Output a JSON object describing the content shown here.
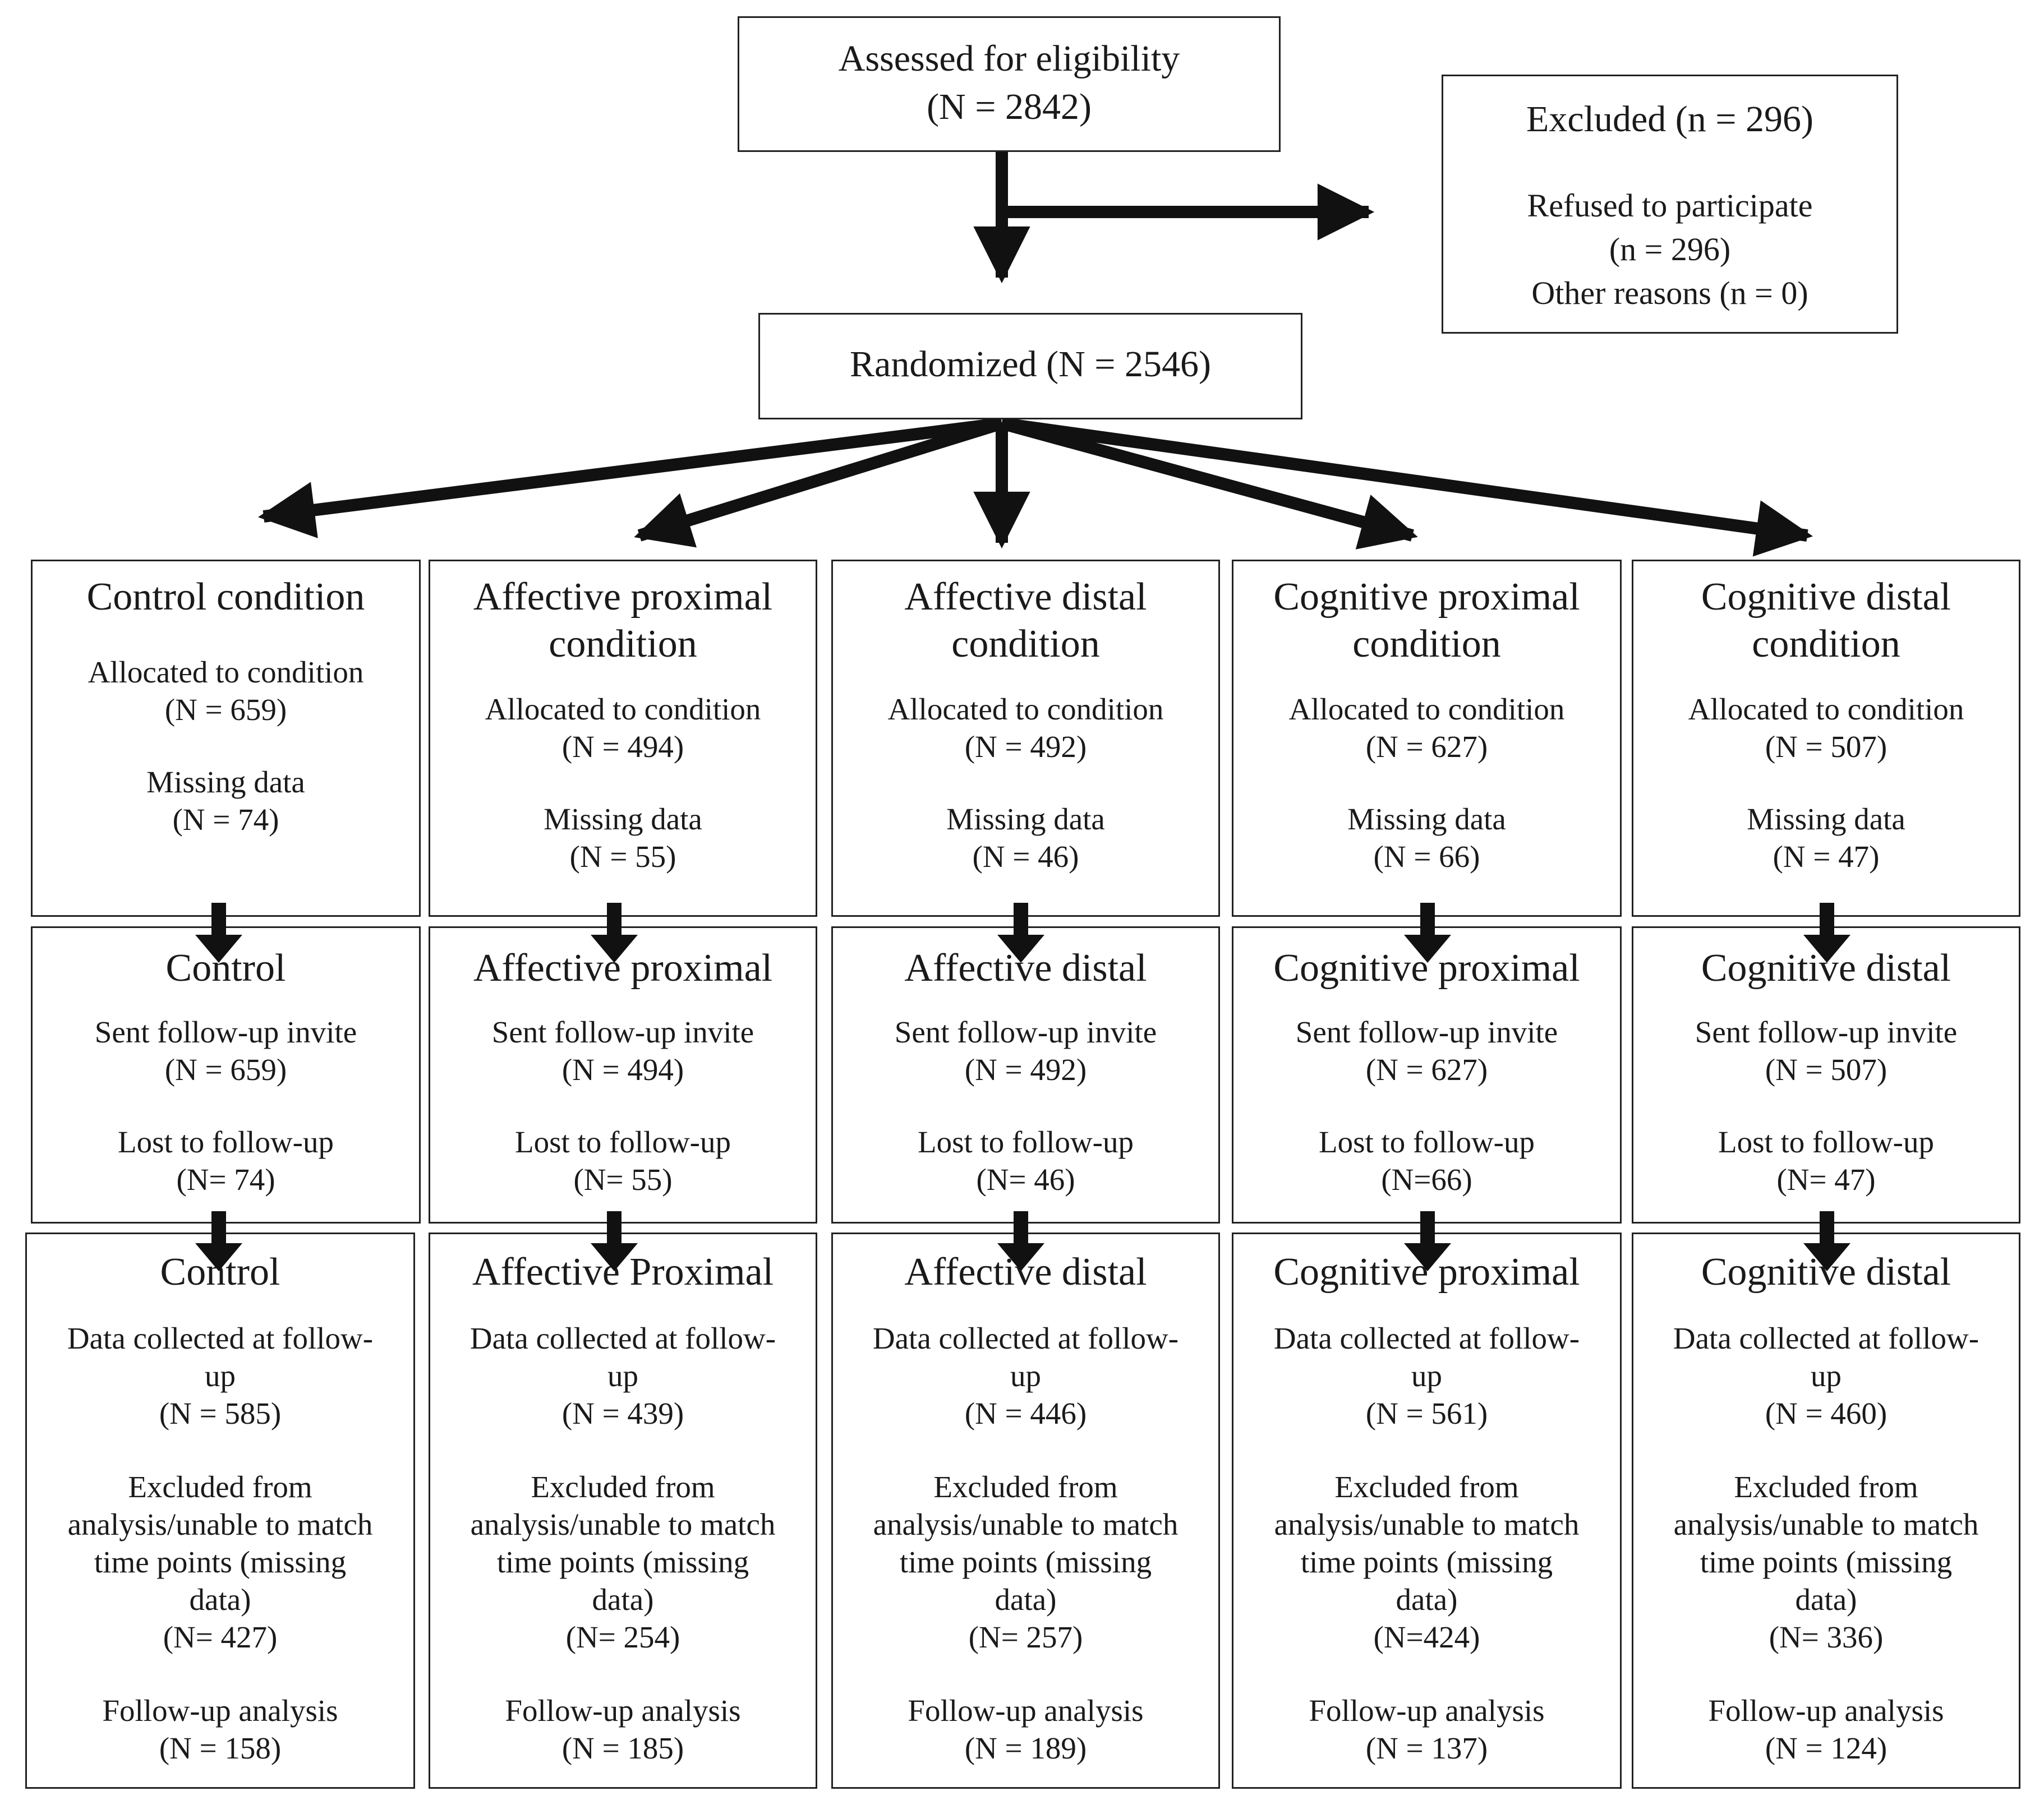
{
  "assessed": {
    "line1": "Assessed for eligibility",
    "line2": "(N = 2842)"
  },
  "excluded": {
    "title": "Excluded (n = 296)",
    "refused_line1": "Refused to participate",
    "refused_line2": "(n = 296)",
    "other": "Other reasons (n = 0)"
  },
  "randomized": {
    "label": "Randomized (N = 2546)"
  },
  "conditions": [
    {
      "alloc": {
        "title_l1": "Control condition",
        "title_l2": "",
        "allocated": "Allocated to condition",
        "allocated_n": "(N = 659)",
        "missing": "Missing data",
        "missing_n": "(N = 74)"
      },
      "followup": {
        "title": "Control",
        "sent": "Sent follow-up invite",
        "sent_n": "(N = 659)",
        "lost": "Lost to follow-up",
        "lost_n": "(N= 74)"
      },
      "analysis": {
        "title": "Control",
        "collected_l1": "Data collected at follow-",
        "collected_l2": "up",
        "collected_n": "(N = 585)",
        "excl_l1": "Excluded from",
        "excl_l2": "analysis/unable to match",
        "excl_l3": "time points (missing",
        "excl_l4": "data)",
        "excl_n": "(N= 427)",
        "fa": "Follow-up analysis",
        "fa_n": "(N = 158)"
      }
    },
    {
      "alloc": {
        "title_l1": "Affective proximal",
        "title_l2": "condition",
        "allocated": "Allocated to condition",
        "allocated_n": "(N = 494)",
        "missing": "Missing data",
        "missing_n": "(N = 55)"
      },
      "followup": {
        "title": "Affective proximal",
        "sent": "Sent follow-up invite",
        "sent_n": "(N = 494)",
        "lost": "Lost to follow-up",
        "lost_n": "(N= 55)"
      },
      "analysis": {
        "title": "Affective Proximal",
        "collected_l1": "Data collected at follow-",
        "collected_l2": "up",
        "collected_n": "(N = 439)",
        "excl_l1": "Excluded from",
        "excl_l2": "analysis/unable to match",
        "excl_l3": "time points (missing",
        "excl_l4": "data)",
        "excl_n": "(N= 254)",
        "fa": "Follow-up analysis",
        "fa_n": "(N = 185)"
      }
    },
    {
      "alloc": {
        "title_l1": "Affective distal",
        "title_l2": "condition",
        "allocated": "Allocated to condition",
        "allocated_n": "(N = 492)",
        "missing": "Missing data",
        "missing_n": "(N = 46)"
      },
      "followup": {
        "title": "Affective distal",
        "sent": "Sent follow-up invite",
        "sent_n": "(N = 492)",
        "lost": "Lost to follow-up",
        "lost_n": "(N= 46)"
      },
      "analysis": {
        "title": "Affective distal",
        "collected_l1": "Data collected at follow-",
        "collected_l2": "up",
        "collected_n": "(N = 446)",
        "excl_l1": "Excluded from",
        "excl_l2": "analysis/unable to match",
        "excl_l3": "time points (missing",
        "excl_l4": "data)",
        "excl_n": "(N= 257)",
        "fa": "Follow-up analysis",
        "fa_n": "(N = 189)"
      }
    },
    {
      "alloc": {
        "title_l1": "Cognitive proximal",
        "title_l2": "condition",
        "allocated": "Allocated to condition",
        "allocated_n": "(N = 627)",
        "missing": "Missing data",
        "missing_n": "(N = 66)"
      },
      "followup": {
        "title": "Cognitive proximal",
        "sent": "Sent follow-up invite",
        "sent_n": "(N = 627)",
        "lost": "Lost to follow-up",
        "lost_n": "(N=66)"
      },
      "analysis": {
        "title": "Cognitive proximal",
        "collected_l1": "Data collected at follow-",
        "collected_l2": "up",
        "collected_n": "(N = 561)",
        "excl_l1": "Excluded from",
        "excl_l2": "analysis/unable to match",
        "excl_l3": "time points (missing",
        "excl_l4": "data)",
        "excl_n": "(N=424)",
        "fa": "Follow-up analysis",
        "fa_n": "(N = 137)"
      }
    },
    {
      "alloc": {
        "title_l1": "Cognitive distal",
        "title_l2": "condition",
        "allocated": "Allocated to condition",
        "allocated_n": "(N = 507)",
        "missing": "Missing data",
        "missing_n": "(N = 47)"
      },
      "followup": {
        "title": "Cognitive distal",
        "sent": "Sent follow-up invite",
        "sent_n": "(N = 507)",
        "lost": "Lost to follow-up",
        "lost_n": "(N= 47)"
      },
      "analysis": {
        "title": "Cognitive distal",
        "collected_l1": "Data collected at follow-",
        "collected_l2": "up",
        "collected_n": "(N = 460)",
        "excl_l1": "Excluded from",
        "excl_l2": "analysis/unable to match",
        "excl_l3": "time points (missing",
        "excl_l4": "data)",
        "excl_n": "(N= 336)",
        "fa": "Follow-up analysis",
        "fa_n": "(N = 124)"
      }
    }
  ]
}
